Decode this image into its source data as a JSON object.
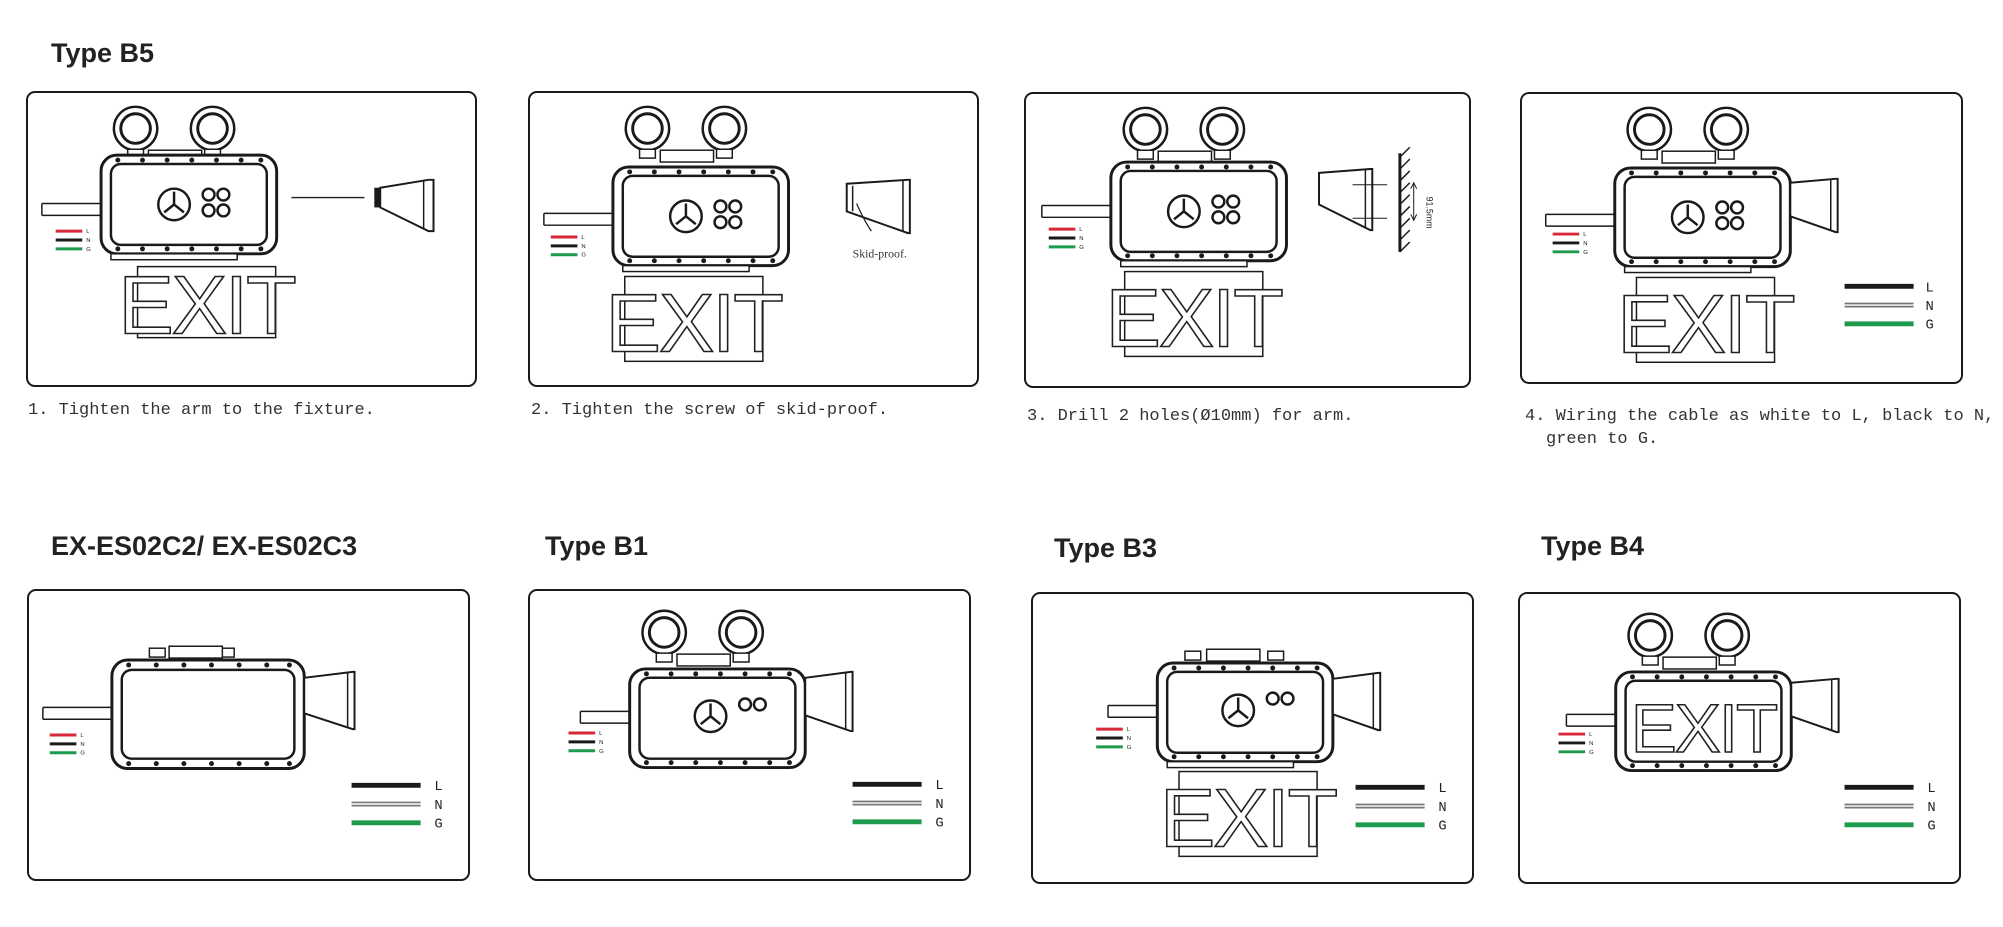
{
  "sections": {
    "top_heading": "Type B5",
    "bottom_headings": [
      "EX-ES02C2/ EX-ES02C3",
      "Type B1",
      "Type B3",
      "Type B4"
    ]
  },
  "steps": [
    {
      "number": "1.",
      "text": "Tighten the arm to the fixture."
    },
    {
      "number": "2.",
      "text": "Tighten the screw of skid-proof."
    },
    {
      "number": "3.",
      "text": "Drill 2   holes(Ø10mm) for arm."
    },
    {
      "number": "4.",
      "text": "Wiring the cable as white to L, black to N,",
      "text_line2": "green to G."
    }
  ],
  "labels": {
    "exit": "EXIT",
    "skid_proof": "Skid-proof.",
    "dimension": "91.5mm",
    "wire_l": "L",
    "wire_n": "N",
    "wire_g": "G"
  },
  "colors": {
    "wire_l": "#d7283a",
    "wire_n": "#1a1a1a",
    "wire_g": "#1e9a4c",
    "legend_l": "#1a1a1a",
    "legend_n": "#777777",
    "legend_g": "#1e9a4c"
  }
}
